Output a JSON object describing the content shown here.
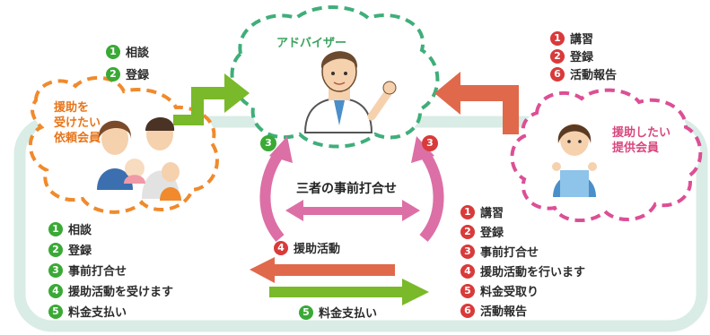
{
  "colors": {
    "green": "#3aa935",
    "red": "#d93a3a",
    "lime": "#7ab929",
    "salmon": "#e0694c",
    "pink": "#dc4f95",
    "orange": "#f08a2c"
  },
  "advisor": {
    "title": "アドバイザー"
  },
  "requester": {
    "title_line1": "援助を",
    "title_line2": "受けたい",
    "title_line3": "依頼会員"
  },
  "provider": {
    "title_line1": "援助したい",
    "title_line2": "提供会員"
  },
  "center": {
    "label": "三者の事前打合せ"
  },
  "top_left_steps": [
    {
      "num": "1",
      "label": "相談"
    },
    {
      "num": "2",
      "label": "登録"
    }
  ],
  "top_right_steps": [
    {
      "num": "1",
      "label": "講習"
    },
    {
      "num": "2",
      "label": "登録"
    },
    {
      "num": "6",
      "label": "活動報告"
    }
  ],
  "left_badge": {
    "num": "3"
  },
  "right_badge": {
    "num": "3"
  },
  "left_steps": [
    {
      "num": "1",
      "label": "相談"
    },
    {
      "num": "2",
      "label": "登録"
    },
    {
      "num": "3",
      "label": "事前打合せ"
    },
    {
      "num": "4",
      "label": "援助活動を受けます"
    },
    {
      "num": "5",
      "label": "料金支払い"
    }
  ],
  "right_steps": [
    {
      "num": "1",
      "label": "講習"
    },
    {
      "num": "2",
      "label": "登録"
    },
    {
      "num": "3",
      "label": "事前打合せ"
    },
    {
      "num": "4",
      "label": "援助活動を行います"
    },
    {
      "num": "5",
      "label": "料金受取り"
    },
    {
      "num": "6",
      "label": "活動報告"
    }
  ],
  "activity_arrow": {
    "num": "4",
    "label": "援助活動"
  },
  "payment_arrow": {
    "num": "5",
    "label": "料金支払い"
  }
}
